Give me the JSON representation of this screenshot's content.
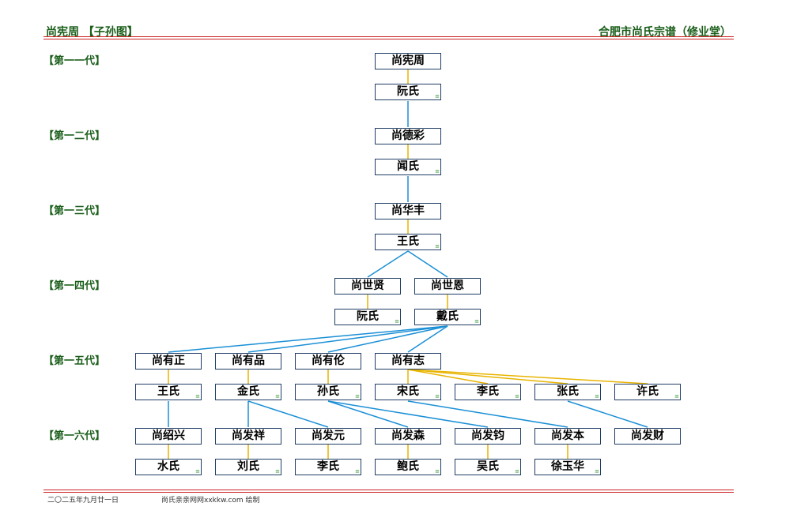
{
  "header": {
    "title": "尚宪周 【子孙图】",
    "clan": "合肥市尚氏宗谱（修业堂）"
  },
  "generations": [
    "【第一一代】",
    "【第一二代】",
    "【第一三代】",
    "【第一四代】",
    "【第一五代】",
    "【第一六代】"
  ],
  "people": {
    "g1": {
      "name": "尚宪周",
      "spouse": "阮氏"
    },
    "g2": {
      "name": "尚德彩",
      "spouse": "闻氏"
    },
    "g3": {
      "name": "尚华丰",
      "spouse": "王氏"
    },
    "g4a": {
      "name": "尚世贤",
      "spouse": "阮氏"
    },
    "g4b": {
      "name": "尚世恩",
      "spouse": "戴氏"
    },
    "g5a": {
      "name": "尚有正",
      "spouse": "王氏"
    },
    "g5b": {
      "name": "尚有品",
      "spouse": "金氏"
    },
    "g5c": {
      "name": "尚有伦",
      "spouse": "孙氏"
    },
    "g5d": {
      "name": "尚有志",
      "spouses": [
        "宋氏",
        "李氏",
        "张氏",
        "许氏"
      ]
    },
    "g6a": {
      "name": "尚绍兴",
      "spouse": "水氏"
    },
    "g6b": {
      "name": "尚发祥",
      "spouse": "刘氏"
    },
    "g6c": {
      "name": "尚发元",
      "spouse": "李氏"
    },
    "g6d": {
      "name": "尚发森",
      "spouse": "鲍氏"
    },
    "g6e": {
      "name": "尚发钧",
      "spouse": "吴氏"
    },
    "g6f": {
      "name": "尚发本",
      "spouse": "徐玉华"
    },
    "g6g": {
      "name": "尚发财"
    }
  },
  "footer": {
    "date": "二〇二五年九月廿一日",
    "credit": "尚氏亲亲网网xxkkw.com 绘制"
  },
  "colors": {
    "descent_line": "#1a8fd6",
    "marriage_line": "#e8b400",
    "label_green": "#1a5e1a",
    "rule_red": "#cc2222",
    "box_border": "#1f3d66"
  }
}
